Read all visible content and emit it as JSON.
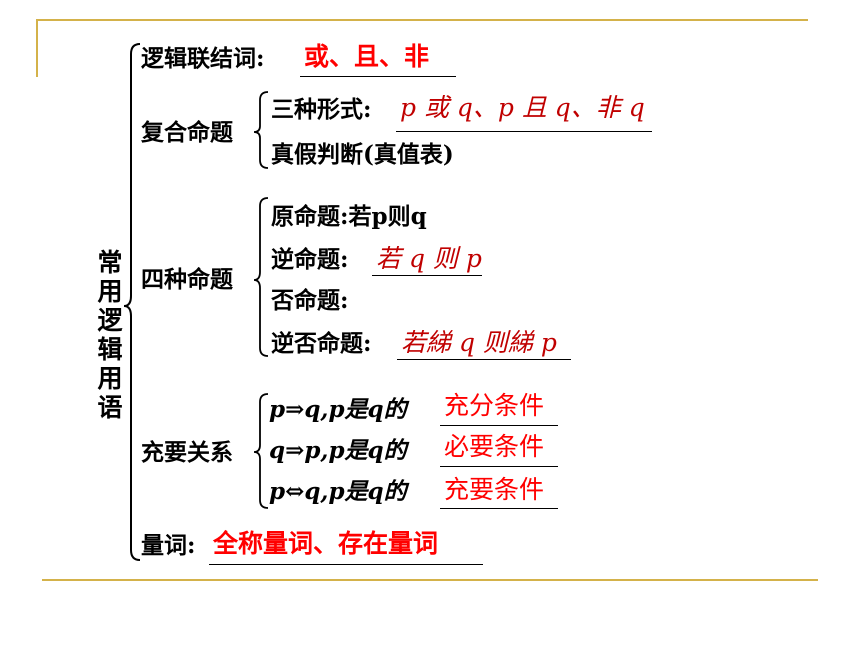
{
  "colors": {
    "decor": "#d4b24a",
    "answer_red": "#ff0000",
    "answer_dark_red": "#c00000"
  },
  "root": "常用逻辑用语",
  "connectives": {
    "label": "逻辑联结词:",
    "answer": "或、且、非"
  },
  "compound": {
    "label": "复合命题",
    "forms_label": "三种形式:",
    "forms_answer": "p 或 q、p 且 q、非 q",
    "truth_label": "真假判断(真值表)"
  },
  "four": {
    "label": "四种命题",
    "original": "原命题:若p则q",
    "converse_label": "逆命题:",
    "converse_answer": "若 q 则 p",
    "negation_label": "否命题:",
    "contra_label": "逆否命题:",
    "contra_answer": "若綈 q 则綈 p"
  },
  "cond": {
    "label": "充要关系",
    "r1_text": "p⇒q,p是q的",
    "r1_answer": "充分条件",
    "r2_text": "q⇒p,p是q的",
    "r2_answer": "必要条件",
    "r3_text": "p⇔q,p是q的",
    "r3_answer": "充要条件"
  },
  "quant": {
    "label": "量词:",
    "answer": "全称量词、存在量词"
  }
}
